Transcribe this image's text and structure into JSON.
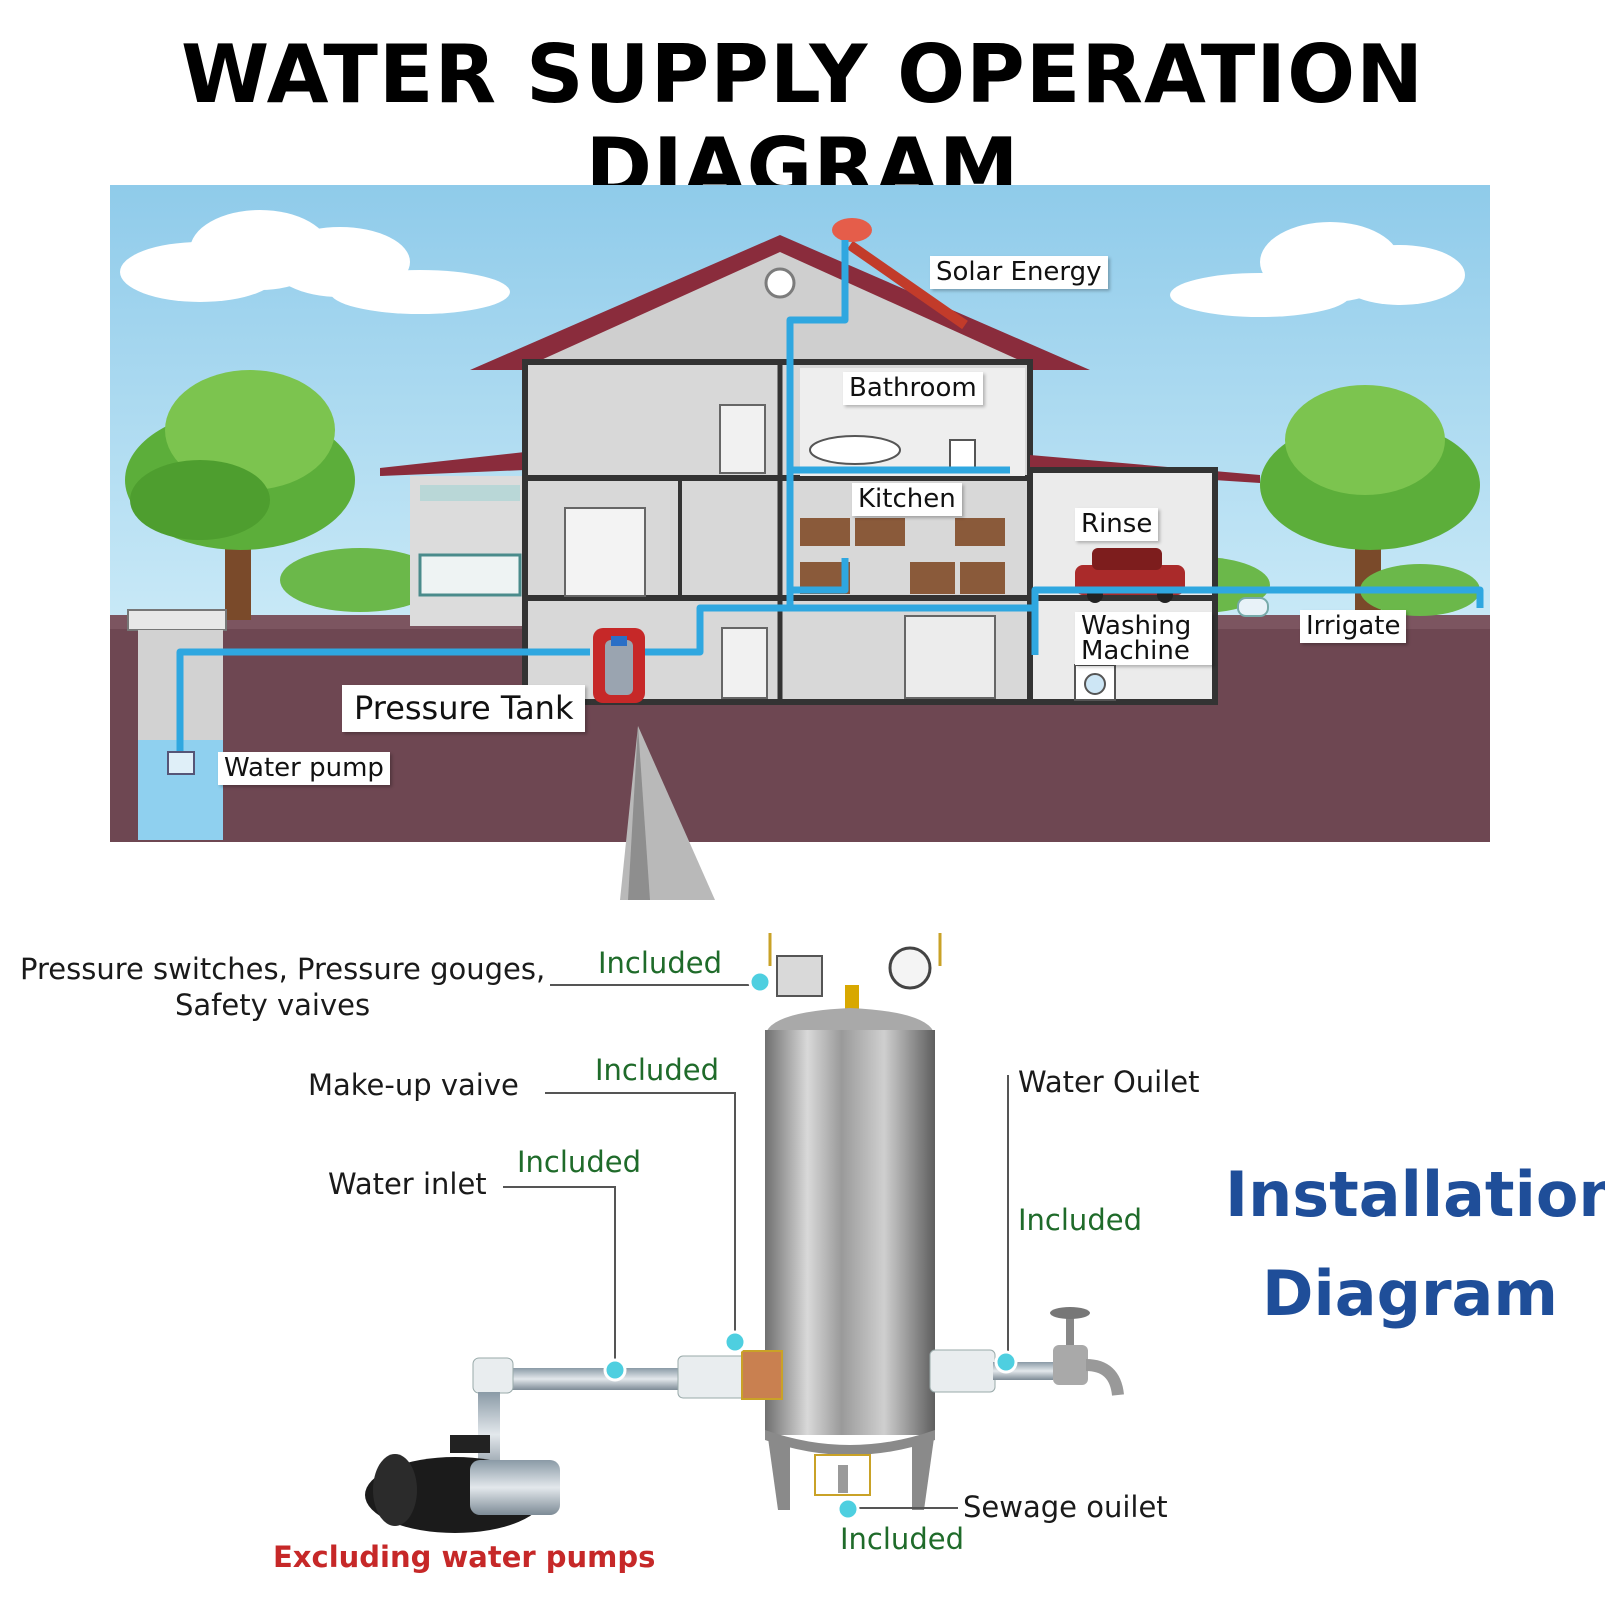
{
  "title": "WATER SUPPLY OPERATION DIAGRAM",
  "house_labels": {
    "solar_energy": "Solar Energy",
    "bathroom": "Bathroom",
    "kitchen": "Kitchen",
    "rinse": "Rinse",
    "washing_machine": "Washing Machine",
    "irrigate": "Irrigate",
    "pressure_tank": "Pressure Tank",
    "water_pump": "Water pump"
  },
  "installation": {
    "heading_line1": "Installation",
    "heading_line2": "Diagram",
    "pressure_switches_line1": "Pressure switches, Pressure gouges,",
    "pressure_switches_line2": "Safety vaives",
    "makeup_valve": "Make-up vaive",
    "water_inlet": "Water inlet",
    "water_outlet": "Water Ouilet",
    "sewage_outlet": "Sewage ouilet",
    "included": "Included",
    "excluding_pumps": "Excluding water pumps"
  },
  "colors": {
    "sky": "#9fd4ee",
    "ground": "#6e4752",
    "pipe": "#2fa7e0",
    "roof": "#8a2c3c",
    "included_green": "#1f6b2a",
    "exclude_red": "#c62828",
    "install_blue": "#1f4e99"
  }
}
